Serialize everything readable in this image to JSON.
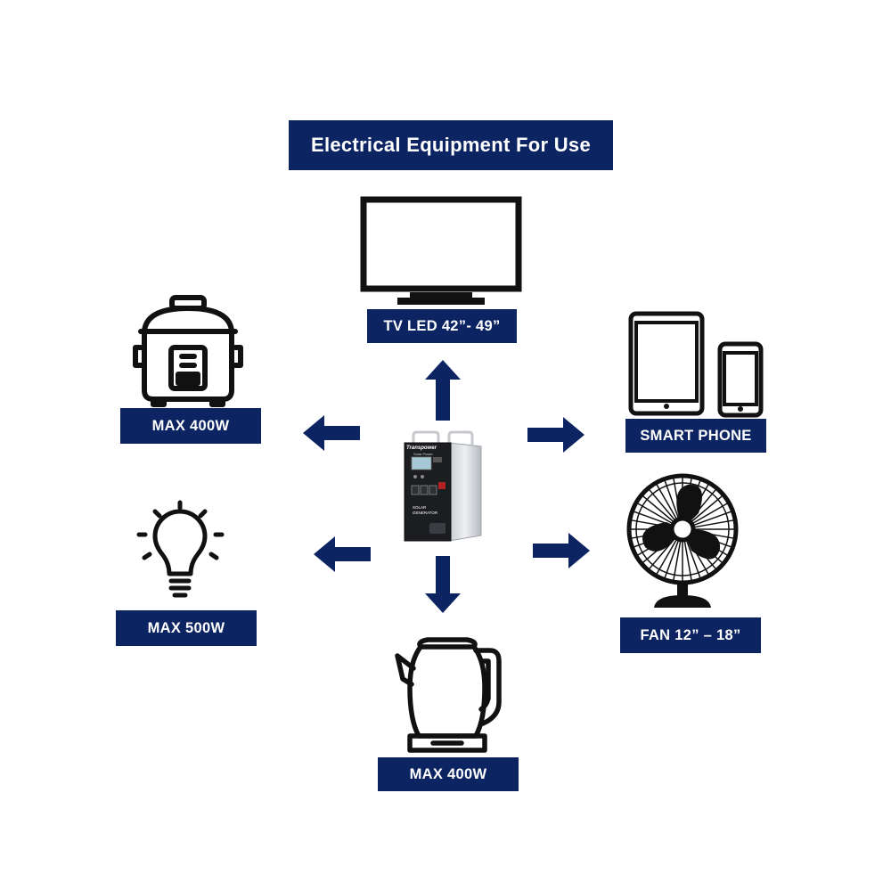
{
  "title": "Electrical Equipment For Use",
  "colors": {
    "label_bg": "#0d2462",
    "label_text": "#ffffff",
    "arrow": "#0d2462",
    "icon": "#111111"
  },
  "center_device": {
    "icon": "solar-generator-icon",
    "brand": "Transpower",
    "brand_sub": "Solar Power",
    "caption_1": "SOLAR",
    "caption_2": "GENERATOR"
  },
  "items": [
    {
      "id": "tv",
      "icon": "tv-icon",
      "label": "TV LED 42”- 49”"
    },
    {
      "id": "rice-cooker",
      "icon": "rice-cooker-icon",
      "label": "MAX 400W"
    },
    {
      "id": "phone",
      "icon": "tablet-phone-icon",
      "label": "SMART PHONE"
    },
    {
      "id": "bulb",
      "icon": "light-bulb-icon",
      "label": "MAX 500W"
    },
    {
      "id": "fan",
      "icon": "fan-icon",
      "label": "FAN 12” – 18”"
    },
    {
      "id": "kettle",
      "icon": "kettle-icon",
      "label": "MAX 400W"
    }
  ]
}
